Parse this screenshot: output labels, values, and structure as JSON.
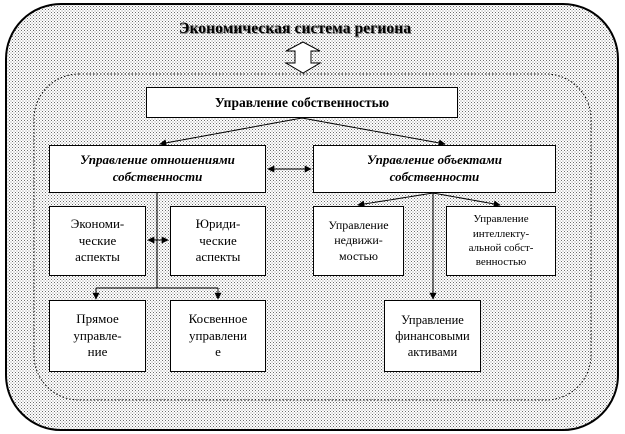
{
  "title": "Экономическая система региона",
  "boxes": {
    "root": "Управление собственностью",
    "relations": "Управление отношениями\nсобственности",
    "objects": "Управление объектами\nсобственности",
    "economic": "Экономи-\nческие\nаспекты",
    "juridical": "Юриди-\nческие\nаспекты",
    "real_estate": "Управление\nнедвижи-\nмостью",
    "intellectual": "Управление\nинтеллекту-\nальной собст-\nвенностью",
    "direct": "Прямое\nуправле-\nние",
    "indirect": "Косвенное\nуправлени\nе",
    "financial": "Управление\nфинансовыми\nактивами"
  }
}
